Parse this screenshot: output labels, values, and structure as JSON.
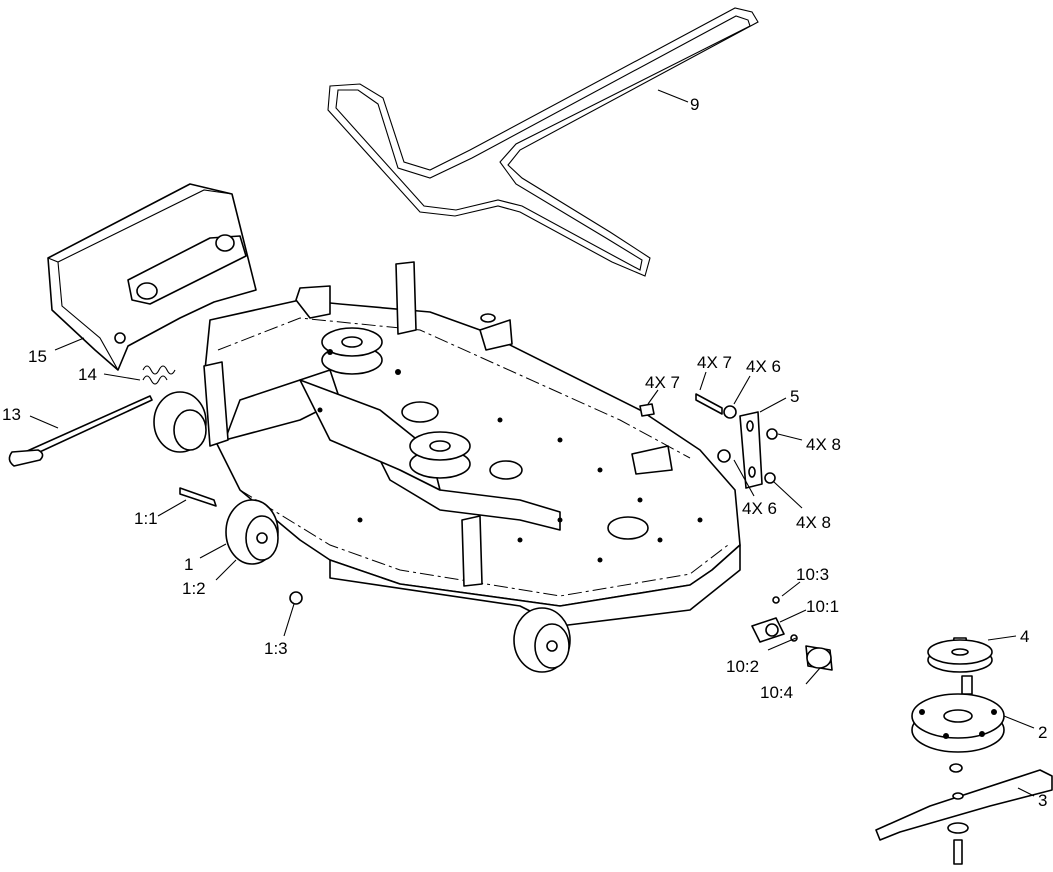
{
  "callouts": {
    "belt": "9",
    "deflector": "15",
    "spring": "14",
    "rod": "13",
    "bolt_7a": "4X 7",
    "bolt_7b": "4X 7",
    "bushing_6a": "4X 6",
    "bracket_5": "5",
    "nut_8a": "4X 8",
    "bushing_6b": "4X 6",
    "nut_8b": "4X 8",
    "wheel_bolt": "1:1",
    "wheel": "1",
    "wheel_tire": "1:2",
    "wheel_nut": "1:3",
    "fitting_3": "10:3",
    "fitting_1": "10:1",
    "fitting_2": "10:2",
    "fitting_4": "10:4",
    "pulley": "4",
    "spindle": "2",
    "blade": "3"
  }
}
